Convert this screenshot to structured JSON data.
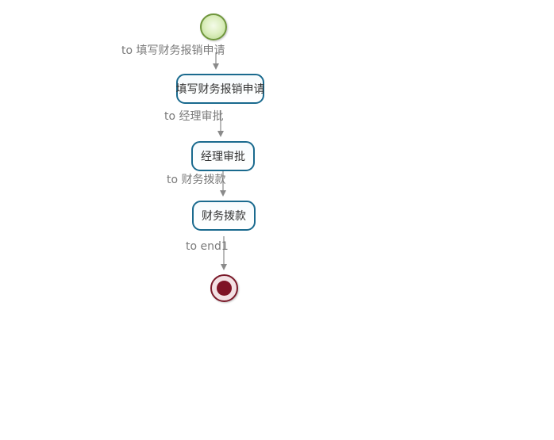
{
  "diagram": {
    "start_event": {
      "label": ""
    },
    "end_event": {
      "label": ""
    },
    "tasks": [
      {
        "label": "填写财务报销申请"
      },
      {
        "label": "经理审批"
      },
      {
        "label": "财务拨款"
      }
    ],
    "transitions": [
      {
        "label": "to 填写财务报销申请"
      },
      {
        "label": "to 经理审批"
      },
      {
        "label": "to 财务拨款"
      },
      {
        "label": "to end1"
      }
    ]
  },
  "colors": {
    "task_border": "#1a6a8e",
    "start_border": "#6f963c",
    "end_core": "#7e1325",
    "edge": "#8a8a8a",
    "label": "#7a7a7a"
  }
}
